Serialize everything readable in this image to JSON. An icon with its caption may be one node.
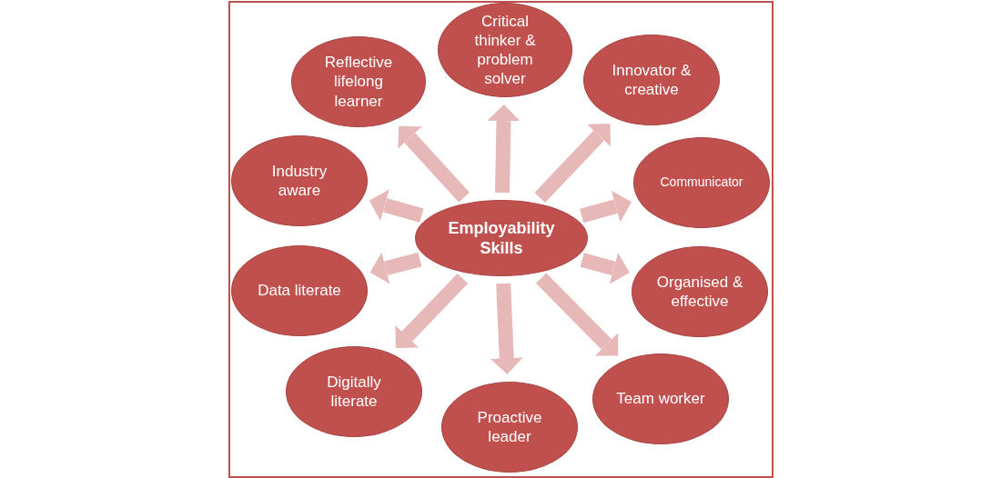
{
  "diagram": {
    "nodes": [
      {
        "text": [
          "Employability Skills"
        ]
      },
      {
        "text": [
          "Critical thinker & problem solver"
        ]
      },
      {
        "text": [
          "Innovator & creative"
        ]
      },
      {
        "text": [
          "Communicator"
        ]
      },
      {
        "text": [
          "Organised & effective"
        ]
      },
      {
        "text": [
          "Team worker"
        ]
      },
      {
        "text": [
          "Proactive leader"
        ]
      },
      {
        "text": [
          "Digitally literate"
        ]
      },
      {
        "text": [
          "Data literate"
        ]
      },
      {
        "text": [
          "Industry aware"
        ]
      },
      {
        "text": [
          "Reflective lifelong learner"
        ]
      }
    ],
    "edges": [
      {
        "from": 0,
        "to": 1,
        "arrow": "to"
      },
      {
        "from": 0,
        "to": 2,
        "arrow": "to"
      },
      {
        "from": 0,
        "to": 3,
        "arrow": "to"
      },
      {
        "from": 0,
        "to": 4,
        "arrow": "to"
      },
      {
        "from": 0,
        "to": 5,
        "arrow": "to"
      },
      {
        "from": 0,
        "to": 6,
        "arrow": "to"
      },
      {
        "from": 0,
        "to": 7,
        "arrow": "to"
      },
      {
        "from": 0,
        "to": 8,
        "arrow": "to"
      },
      {
        "from": 0,
        "to": 9,
        "arrow": "to"
      },
      {
        "from": 0,
        "to": 10,
        "arrow": "to"
      }
    ]
  }
}
